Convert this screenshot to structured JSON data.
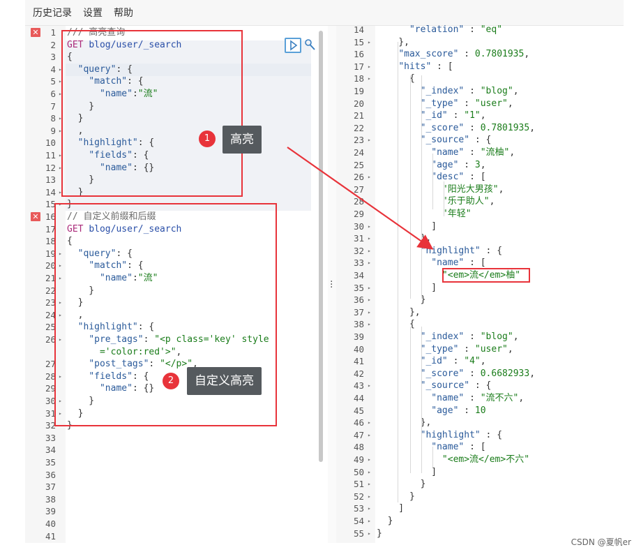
{
  "menu": {
    "history": "历史记录",
    "settings": "设置",
    "help": "帮助"
  },
  "left_lines": [
    {
      "n": "1",
      "t": [
        [
          "c",
          "/// 高亮查询"
        ]
      ]
    },
    {
      "n": "2",
      "t": [
        [
          "k",
          "GET "
        ],
        [
          "u",
          "blog/user/_search"
        ]
      ]
    },
    {
      "n": "3",
      "t": [
        [
          "p",
          "{"
        ]
      ]
    },
    {
      "n": "4",
      "t": [
        [
          "p",
          "  "
        ],
        [
          "jk",
          "\"query\""
        ],
        [
          "p",
          ": {"
        ]
      ]
    },
    {
      "n": "5",
      "t": [
        [
          "p",
          "    "
        ],
        [
          "jk",
          "\"match\""
        ],
        [
          "p",
          ": {"
        ]
      ]
    },
    {
      "n": "6",
      "t": [
        [
          "p",
          "      "
        ],
        [
          "jk",
          "\"name\""
        ],
        [
          "p",
          ":"
        ],
        [
          "s",
          "\"流\""
        ]
      ]
    },
    {
      "n": "7",
      "t": [
        [
          "p",
          "    }"
        ]
      ]
    },
    {
      "n": "8",
      "t": [
        [
          "p",
          "  }"
        ]
      ]
    },
    {
      "n": "9",
      "t": [
        [
          "p",
          "  ,"
        ]
      ]
    },
    {
      "n": "10",
      "t": [
        [
          "p",
          "  "
        ],
        [
          "jk",
          "\"highlight\""
        ],
        [
          "p",
          ": {"
        ]
      ]
    },
    {
      "n": "11",
      "t": [
        [
          "p",
          "    "
        ],
        [
          "jk",
          "\"fields\""
        ],
        [
          "p",
          ": {"
        ]
      ]
    },
    {
      "n": "12",
      "t": [
        [
          "p",
          "      "
        ],
        [
          "jk",
          "\"name\""
        ],
        [
          "p",
          ": {}"
        ]
      ]
    },
    {
      "n": "13",
      "t": [
        [
          "p",
          "    }"
        ]
      ]
    },
    {
      "n": "14",
      "t": [
        [
          "p",
          "  }"
        ]
      ]
    },
    {
      "n": "15",
      "t": [
        [
          "p",
          "}"
        ]
      ]
    },
    {
      "n": "16",
      "t": [
        [
          "c",
          "// 自定义前缀和后缀"
        ]
      ]
    },
    {
      "n": "17",
      "t": [
        [
          "k",
          "GET "
        ],
        [
          "u",
          "blog/user/_search"
        ]
      ]
    },
    {
      "n": "18",
      "t": [
        [
          "p",
          "{"
        ]
      ]
    },
    {
      "n": "19",
      "t": [
        [
          "p",
          "  "
        ],
        [
          "jk",
          "\"query\""
        ],
        [
          "p",
          ": {"
        ]
      ]
    },
    {
      "n": "20",
      "t": [
        [
          "p",
          "    "
        ],
        [
          "jk",
          "\"match\""
        ],
        [
          "p",
          ": {"
        ]
      ]
    },
    {
      "n": "21",
      "t": [
        [
          "p",
          "      "
        ],
        [
          "jk",
          "\"name\""
        ],
        [
          "p",
          ":"
        ],
        [
          "s",
          "\"流\""
        ]
      ]
    },
    {
      "n": "22",
      "t": [
        [
          "p",
          "    }"
        ]
      ]
    },
    {
      "n": "23",
      "t": [
        [
          "p",
          "  }"
        ]
      ]
    },
    {
      "n": "24",
      "t": [
        [
          "p",
          "  ,"
        ]
      ]
    },
    {
      "n": "25",
      "t": [
        [
          "p",
          "  "
        ],
        [
          "jk",
          "\"highlight\""
        ],
        [
          "p",
          ": {"
        ]
      ]
    },
    {
      "n": "26",
      "t": [
        [
          "p",
          "    "
        ],
        [
          "jk",
          "\"pre_tags\""
        ],
        [
          "p",
          ": "
        ],
        [
          "s",
          "\"<p class='key' style"
        ]
      ]
    },
    {
      "n": "",
      "t": [
        [
          "s",
          "      ='color:red'>\""
        ],
        [
          "p",
          ","
        ]
      ]
    },
    {
      "n": "27",
      "t": [
        [
          "p",
          "    "
        ],
        [
          "jk",
          "\"post_tags\""
        ],
        [
          "p",
          ": "
        ],
        [
          "s",
          "\"</p>\""
        ],
        [
          "p",
          ","
        ]
      ]
    },
    {
      "n": "28",
      "t": [
        [
          "p",
          "    "
        ],
        [
          "jk",
          "\"fields\""
        ],
        [
          "p",
          ": {"
        ]
      ]
    },
    {
      "n": "29",
      "t": [
        [
          "p",
          "      "
        ],
        [
          "jk",
          "\"name\""
        ],
        [
          "p",
          ": {}"
        ]
      ]
    },
    {
      "n": "30",
      "t": [
        [
          "p",
          "    }"
        ]
      ]
    },
    {
      "n": "31",
      "t": [
        [
          "p",
          "  }"
        ]
      ]
    },
    {
      "n": "32",
      "t": [
        [
          "p",
          "}"
        ]
      ]
    },
    {
      "n": "33",
      "t": []
    },
    {
      "n": "34",
      "t": []
    },
    {
      "n": "35",
      "t": []
    },
    {
      "n": "36",
      "t": []
    },
    {
      "n": "37",
      "t": []
    },
    {
      "n": "38",
      "t": []
    },
    {
      "n": "39",
      "t": []
    },
    {
      "n": "40",
      "t": []
    },
    {
      "n": "41",
      "t": []
    }
  ],
  "right_lines": [
    {
      "n": "14",
      "t": [
        [
          "p",
          "      "
        ],
        [
          "jk",
          "\"relation\""
        ],
        [
          "p",
          " : "
        ],
        [
          "s",
          "\"eq\""
        ]
      ]
    },
    {
      "n": "15",
      "t": [
        [
          "p",
          "    },"
        ]
      ]
    },
    {
      "n": "16",
      "t": [
        [
          "p",
          "    "
        ],
        [
          "jk",
          "\"max_score\""
        ],
        [
          "p",
          " : "
        ],
        [
          "s",
          "0.7801935"
        ],
        [
          "p",
          ","
        ]
      ]
    },
    {
      "n": "17",
      "t": [
        [
          "p",
          "    "
        ],
        [
          "jk",
          "\"hits\""
        ],
        [
          "p",
          " : ["
        ]
      ]
    },
    {
      "n": "18",
      "t": [
        [
          "p",
          "      {"
        ]
      ]
    },
    {
      "n": "19",
      "t": [
        [
          "p",
          "        "
        ],
        [
          "jk",
          "\"_index\""
        ],
        [
          "p",
          " : "
        ],
        [
          "s",
          "\"blog\""
        ],
        [
          "p",
          ","
        ]
      ]
    },
    {
      "n": "20",
      "t": [
        [
          "p",
          "        "
        ],
        [
          "jk",
          "\"_type\""
        ],
        [
          "p",
          " : "
        ],
        [
          "s",
          "\"user\""
        ],
        [
          "p",
          ","
        ]
      ]
    },
    {
      "n": "21",
      "t": [
        [
          "p",
          "        "
        ],
        [
          "jk",
          "\"_id\""
        ],
        [
          "p",
          " : "
        ],
        [
          "s",
          "\"1\""
        ],
        [
          "p",
          ","
        ]
      ]
    },
    {
      "n": "22",
      "t": [
        [
          "p",
          "        "
        ],
        [
          "jk",
          "\"_score\""
        ],
        [
          "p",
          " : "
        ],
        [
          "s",
          "0.7801935"
        ],
        [
          "p",
          ","
        ]
      ]
    },
    {
      "n": "23",
      "t": [
        [
          "p",
          "        "
        ],
        [
          "jk",
          "\"_source\""
        ],
        [
          "p",
          " : {"
        ]
      ]
    },
    {
      "n": "24",
      "t": [
        [
          "p",
          "          "
        ],
        [
          "jk",
          "\"name\""
        ],
        [
          "p",
          " : "
        ],
        [
          "s",
          "\"流柚\""
        ],
        [
          "p",
          ","
        ]
      ]
    },
    {
      "n": "25",
      "t": [
        [
          "p",
          "          "
        ],
        [
          "jk",
          "\"age\""
        ],
        [
          "p",
          " : "
        ],
        [
          "s",
          "3"
        ],
        [
          "p",
          ","
        ]
      ]
    },
    {
      "n": "26",
      "t": [
        [
          "p",
          "          "
        ],
        [
          "jk",
          "\"desc\""
        ],
        [
          "p",
          " : ["
        ]
      ]
    },
    {
      "n": "27",
      "t": [
        [
          "p",
          "            "
        ],
        [
          "s",
          "\"阳光大男孩\""
        ],
        [
          "p",
          ","
        ]
      ]
    },
    {
      "n": "28",
      "t": [
        [
          "p",
          "            "
        ],
        [
          "s",
          "\"乐于助人\""
        ],
        [
          "p",
          ","
        ]
      ]
    },
    {
      "n": "29",
      "t": [
        [
          "p",
          "            "
        ],
        [
          "s",
          "\"年轻\""
        ]
      ]
    },
    {
      "n": "30",
      "t": [
        [
          "p",
          "          ]"
        ]
      ]
    },
    {
      "n": "31",
      "t": [
        [
          "p",
          "        },"
        ]
      ]
    },
    {
      "n": "32",
      "t": [
        [
          "p",
          "        "
        ],
        [
          "jk",
          "\"highlight\""
        ],
        [
          "p",
          " : {"
        ]
      ]
    },
    {
      "n": "33",
      "t": [
        [
          "p",
          "          "
        ],
        [
          "jk",
          "\"name\""
        ],
        [
          "p",
          " : ["
        ]
      ]
    },
    {
      "n": "34",
      "t": [
        [
          "p",
          "            "
        ],
        [
          "s",
          "\"<em>流</em>柚\""
        ]
      ]
    },
    {
      "n": "35",
      "t": [
        [
          "p",
          "          ]"
        ]
      ]
    },
    {
      "n": "36",
      "t": [
        [
          "p",
          "        }"
        ]
      ]
    },
    {
      "n": "37",
      "t": [
        [
          "p",
          "      },"
        ]
      ]
    },
    {
      "n": "38",
      "t": [
        [
          "p",
          "      {"
        ]
      ]
    },
    {
      "n": "39",
      "t": [
        [
          "p",
          "        "
        ],
        [
          "jk",
          "\"_index\""
        ],
        [
          "p",
          " : "
        ],
        [
          "s",
          "\"blog\""
        ],
        [
          "p",
          ","
        ]
      ]
    },
    {
      "n": "40",
      "t": [
        [
          "p",
          "        "
        ],
        [
          "jk",
          "\"_type\""
        ],
        [
          "p",
          " : "
        ],
        [
          "s",
          "\"user\""
        ],
        [
          "p",
          ","
        ]
      ]
    },
    {
      "n": "41",
      "t": [
        [
          "p",
          "        "
        ],
        [
          "jk",
          "\"_id\""
        ],
        [
          "p",
          " : "
        ],
        [
          "s",
          "\"4\""
        ],
        [
          "p",
          ","
        ]
      ]
    },
    {
      "n": "42",
      "t": [
        [
          "p",
          "        "
        ],
        [
          "jk",
          "\"_score\""
        ],
        [
          "p",
          " : "
        ],
        [
          "s",
          "0.6682933"
        ],
        [
          "p",
          ","
        ]
      ]
    },
    {
      "n": "43",
      "t": [
        [
          "p",
          "        "
        ],
        [
          "jk",
          "\"_source\""
        ],
        [
          "p",
          " : {"
        ]
      ]
    },
    {
      "n": "44",
      "t": [
        [
          "p",
          "          "
        ],
        [
          "jk",
          "\"name\""
        ],
        [
          "p",
          " : "
        ],
        [
          "s",
          "\"流不六\""
        ],
        [
          "p",
          ","
        ]
      ]
    },
    {
      "n": "45",
      "t": [
        [
          "p",
          "          "
        ],
        [
          "jk",
          "\"age\""
        ],
        [
          "p",
          " : "
        ],
        [
          "s",
          "10"
        ]
      ]
    },
    {
      "n": "46",
      "t": [
        [
          "p",
          "        },"
        ]
      ]
    },
    {
      "n": "47",
      "t": [
        [
          "p",
          "        "
        ],
        [
          "jk",
          "\"highlight\""
        ],
        [
          "p",
          " : {"
        ]
      ]
    },
    {
      "n": "48",
      "t": [
        [
          "p",
          "          "
        ],
        [
          "jk",
          "\"name\""
        ],
        [
          "p",
          " : ["
        ]
      ]
    },
    {
      "n": "49",
      "t": [
        [
          "p",
          "            "
        ],
        [
          "s",
          "\"<em>流</em>不六\""
        ]
      ]
    },
    {
      "n": "50",
      "t": [
        [
          "p",
          "          ]"
        ]
      ]
    },
    {
      "n": "51",
      "t": [
        [
          "p",
          "        }"
        ]
      ]
    },
    {
      "n": "52",
      "t": [
        [
          "p",
          "      }"
        ]
      ]
    },
    {
      "n": "53",
      "t": [
        [
          "p",
          "    ]"
        ]
      ]
    },
    {
      "n": "54",
      "t": [
        [
          "p",
          "  }"
        ]
      ]
    },
    {
      "n": "55",
      "t": [
        [
          "p",
          "}"
        ]
      ]
    }
  ],
  "callouts": {
    "c1_num": "1",
    "c1_text": "高亮",
    "c2_num": "2",
    "c2_text": "自定义高亮"
  },
  "error_mark": "✕",
  "watermark": "CSDN @夏帆er",
  "colors": {
    "annotation_red": "#e8333a",
    "callout_bg": "#555a5e"
  }
}
